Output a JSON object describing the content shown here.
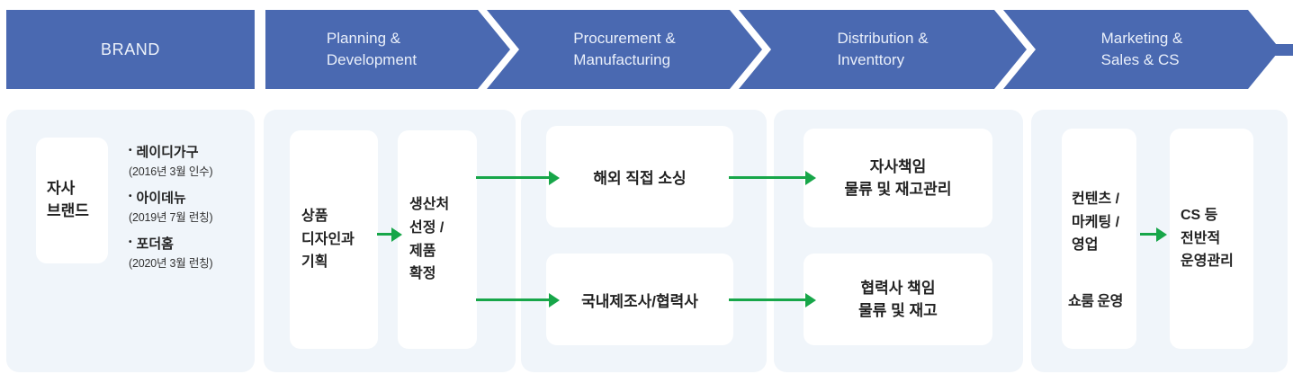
{
  "colors": {
    "header_blue": "#4a69b1",
    "header_text": "#e9effa",
    "panel_bg": "#f0f5fa",
    "box_bg": "#ffffff",
    "text_dark": "#222222",
    "arrow_green": "#17a649"
  },
  "ui": {
    "bullet_char": "•"
  },
  "header": {
    "brand": "BRAND",
    "stages": [
      "Planning &\nDevelopment",
      "Procurement &\nManufacturing",
      "Distribution &\nInventtory",
      "Marketing &\nSales & CS"
    ]
  },
  "brand_panel": {
    "own_brand": "자사\n브랜드",
    "brands": [
      {
        "name": "레이디가구",
        "note": "(2016년 3월 인수)"
      },
      {
        "name": "아이데뉴",
        "note": "(2019년 7월 런칭)"
      },
      {
        "name": "포더홈",
        "note": "(2020년 3월 런칭)"
      }
    ]
  },
  "planning_panel": {
    "design_box": "상품\n디자인과\n기획",
    "production_box": "생산처\n선정 /\n제품\n확정"
  },
  "procurement_panel": {
    "overseas_box": "해외 직접 소싱",
    "domestic_box": "국내제조사/협력사"
  },
  "distribution_panel": {
    "company_box": "자사책임\n물류 및 재고관리",
    "partner_box": "협력사 책임\n물류 및 재고"
  },
  "marketing_panel": {
    "contents_box": "컨텐츠 /\n마케팅 /\n영업",
    "showroom_note": "쇼룸 운영",
    "cs_box": "CS 등\n전반적\n운영관리"
  }
}
